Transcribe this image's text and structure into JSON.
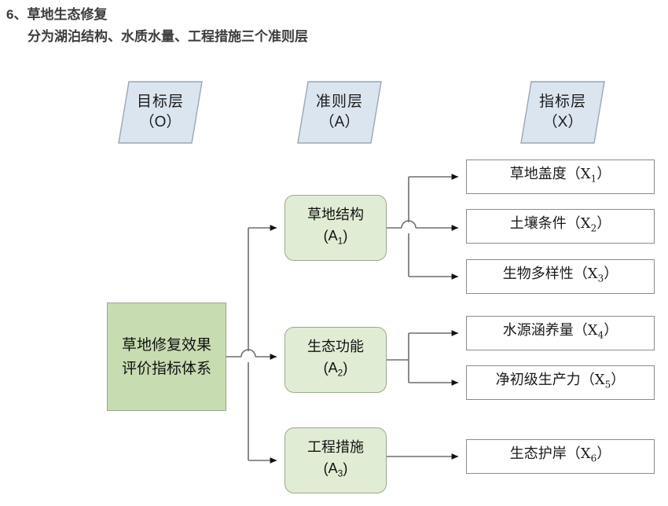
{
  "heading": {
    "line1": "6、草地生态修复",
    "line2": "分为湖泊结构、水质水量、工程措施三个准则层"
  },
  "layer_labels": [
    {
      "name": "目标层",
      "code": "（O）"
    },
    {
      "name": "准则层",
      "code": "（A）"
    },
    {
      "name": "指标层",
      "code": "（X）"
    }
  ],
  "goal": {
    "label": "草地修复效果评价指标体系"
  },
  "criteria": [
    {
      "name": "草地结构",
      "code": "(A",
      "index": "1",
      "code_end": ")"
    },
    {
      "name": "生态功能",
      "code": "(A",
      "index": "2",
      "code_end": ")"
    },
    {
      "name": "工程措施",
      "code": "(A",
      "index": "3",
      "code_end": ")"
    }
  ],
  "indicators": [
    {
      "label": "草地盖度（X",
      "index": "1",
      "label_end": "）"
    },
    {
      "label": "土壤条件（X",
      "index": "2",
      "label_end": "）"
    },
    {
      "label": "生物多样性（X",
      "index": "3",
      "label_end": "）"
    },
    {
      "label": "水源涵养量（X",
      "index": "4",
      "label_end": "）"
    },
    {
      "label": "净初级生产力（X",
      "index": "5",
      "label_end": "）"
    },
    {
      "label": "生态护岸（X",
      "index": "6",
      "label_end": "）"
    }
  ],
  "colors": {
    "goal_fill": "#c7dcb1",
    "criterion_fill": "#e1ecd4",
    "layer_label_fill": "#dbe5f0",
    "connector": "#6e6e6e",
    "box_border": "#8b8b8b",
    "heading_text": "#3c3c3c"
  }
}
